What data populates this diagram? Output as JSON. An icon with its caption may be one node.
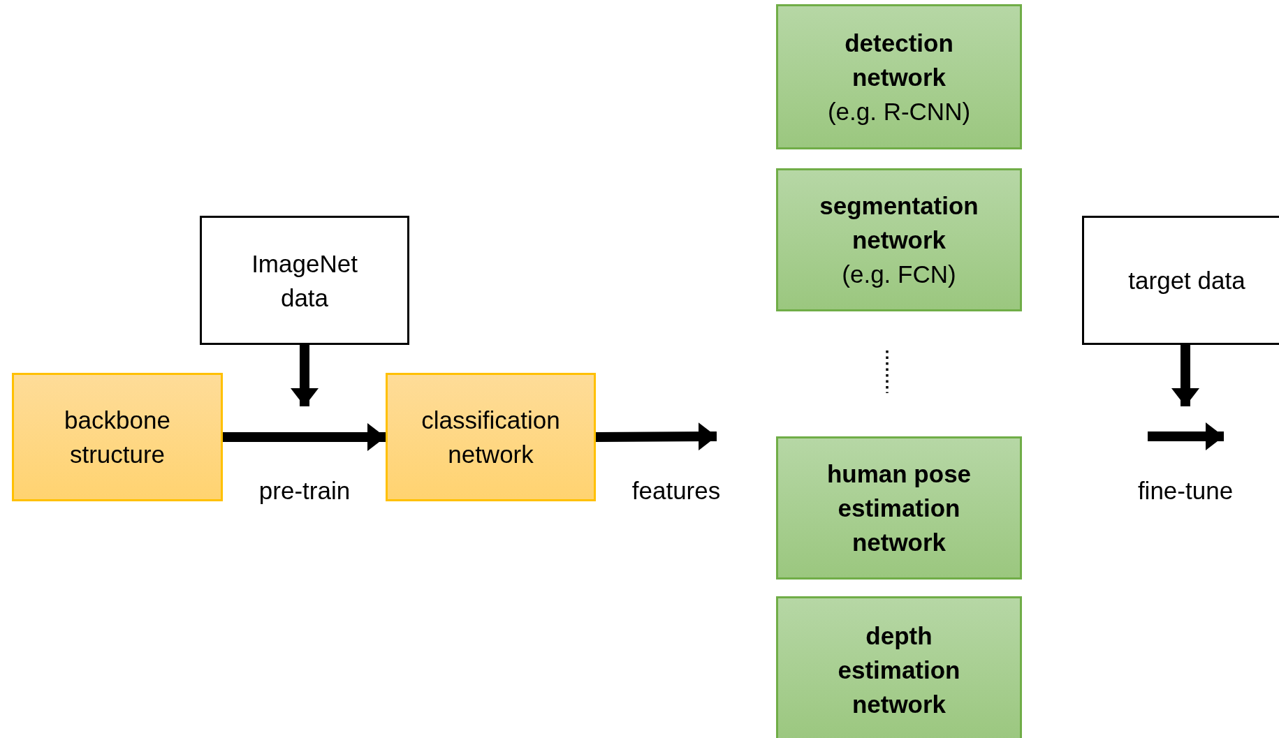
{
  "diagram": {
    "nodes": [
      {
        "text": [
          "backbone structure"
        ]
      },
      {
        "text": [
          "ImageNet data"
        ]
      },
      {
        "text": [
          "classification network"
        ]
      },
      {
        "text": [
          "detection network",
          "(e.g. R-CNN)"
        ]
      },
      {
        "text": [
          "segmentation network",
          "(e.g. FCN)"
        ]
      },
      {
        "text": [
          "human pose estimation network"
        ]
      },
      {
        "text": [
          "depth estimation network"
        ]
      },
      {
        "text": [
          "target data"
        ]
      }
    ],
    "edges": [
      {
        "from": 0,
        "to": 2,
        "arrow": "to",
        "label": "pre-train"
      },
      {
        "from": 1,
        "to": null,
        "arrow": "to"
      },
      {
        "from": 2,
        "to": null,
        "arrow": "to",
        "label": "features"
      },
      {
        "from": 7,
        "to": null,
        "arrow": "to"
      }
    ],
    "labels": [
      "fine-tune"
    ]
  }
}
